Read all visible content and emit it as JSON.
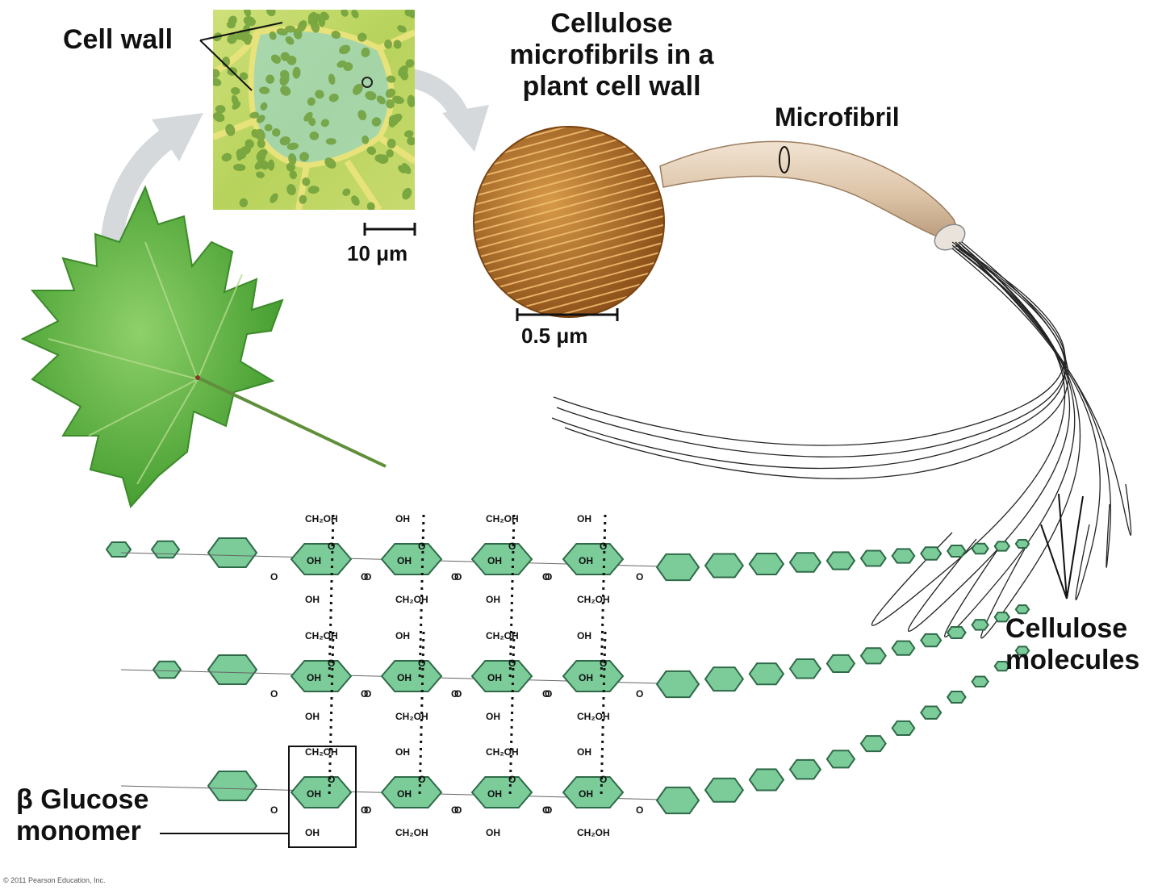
{
  "labels": {
    "cell_wall": "Cell wall",
    "title_line1": "Cellulose",
    "title_line2": "microfibrils in a",
    "title_line3": "plant cell wall",
    "microfibril": "Microfibril",
    "scale_cell": "10 μm",
    "scale_microfibril": "0.5 μm",
    "cellulose_line1": "Cellulose",
    "cellulose_line2": "molecules",
    "glucose_line1": "β Glucose",
    "glucose_line2": "monomer"
  },
  "chem": {
    "ch2oh": "CH₂OH",
    "oh": "OH",
    "o": "O"
  },
  "copyright": "© 2011 Pearson Education, Inc.",
  "colors": {
    "leaf": "#5aae3a",
    "ring_fill": "#7ccc9a",
    "ring_stroke": "#2f6a48",
    "micrograph_bg": "#c9d86a",
    "fibril_image": "#b8752a",
    "fibril_tube": "#e3cfb8",
    "arrow": "#d5d9dc"
  }
}
